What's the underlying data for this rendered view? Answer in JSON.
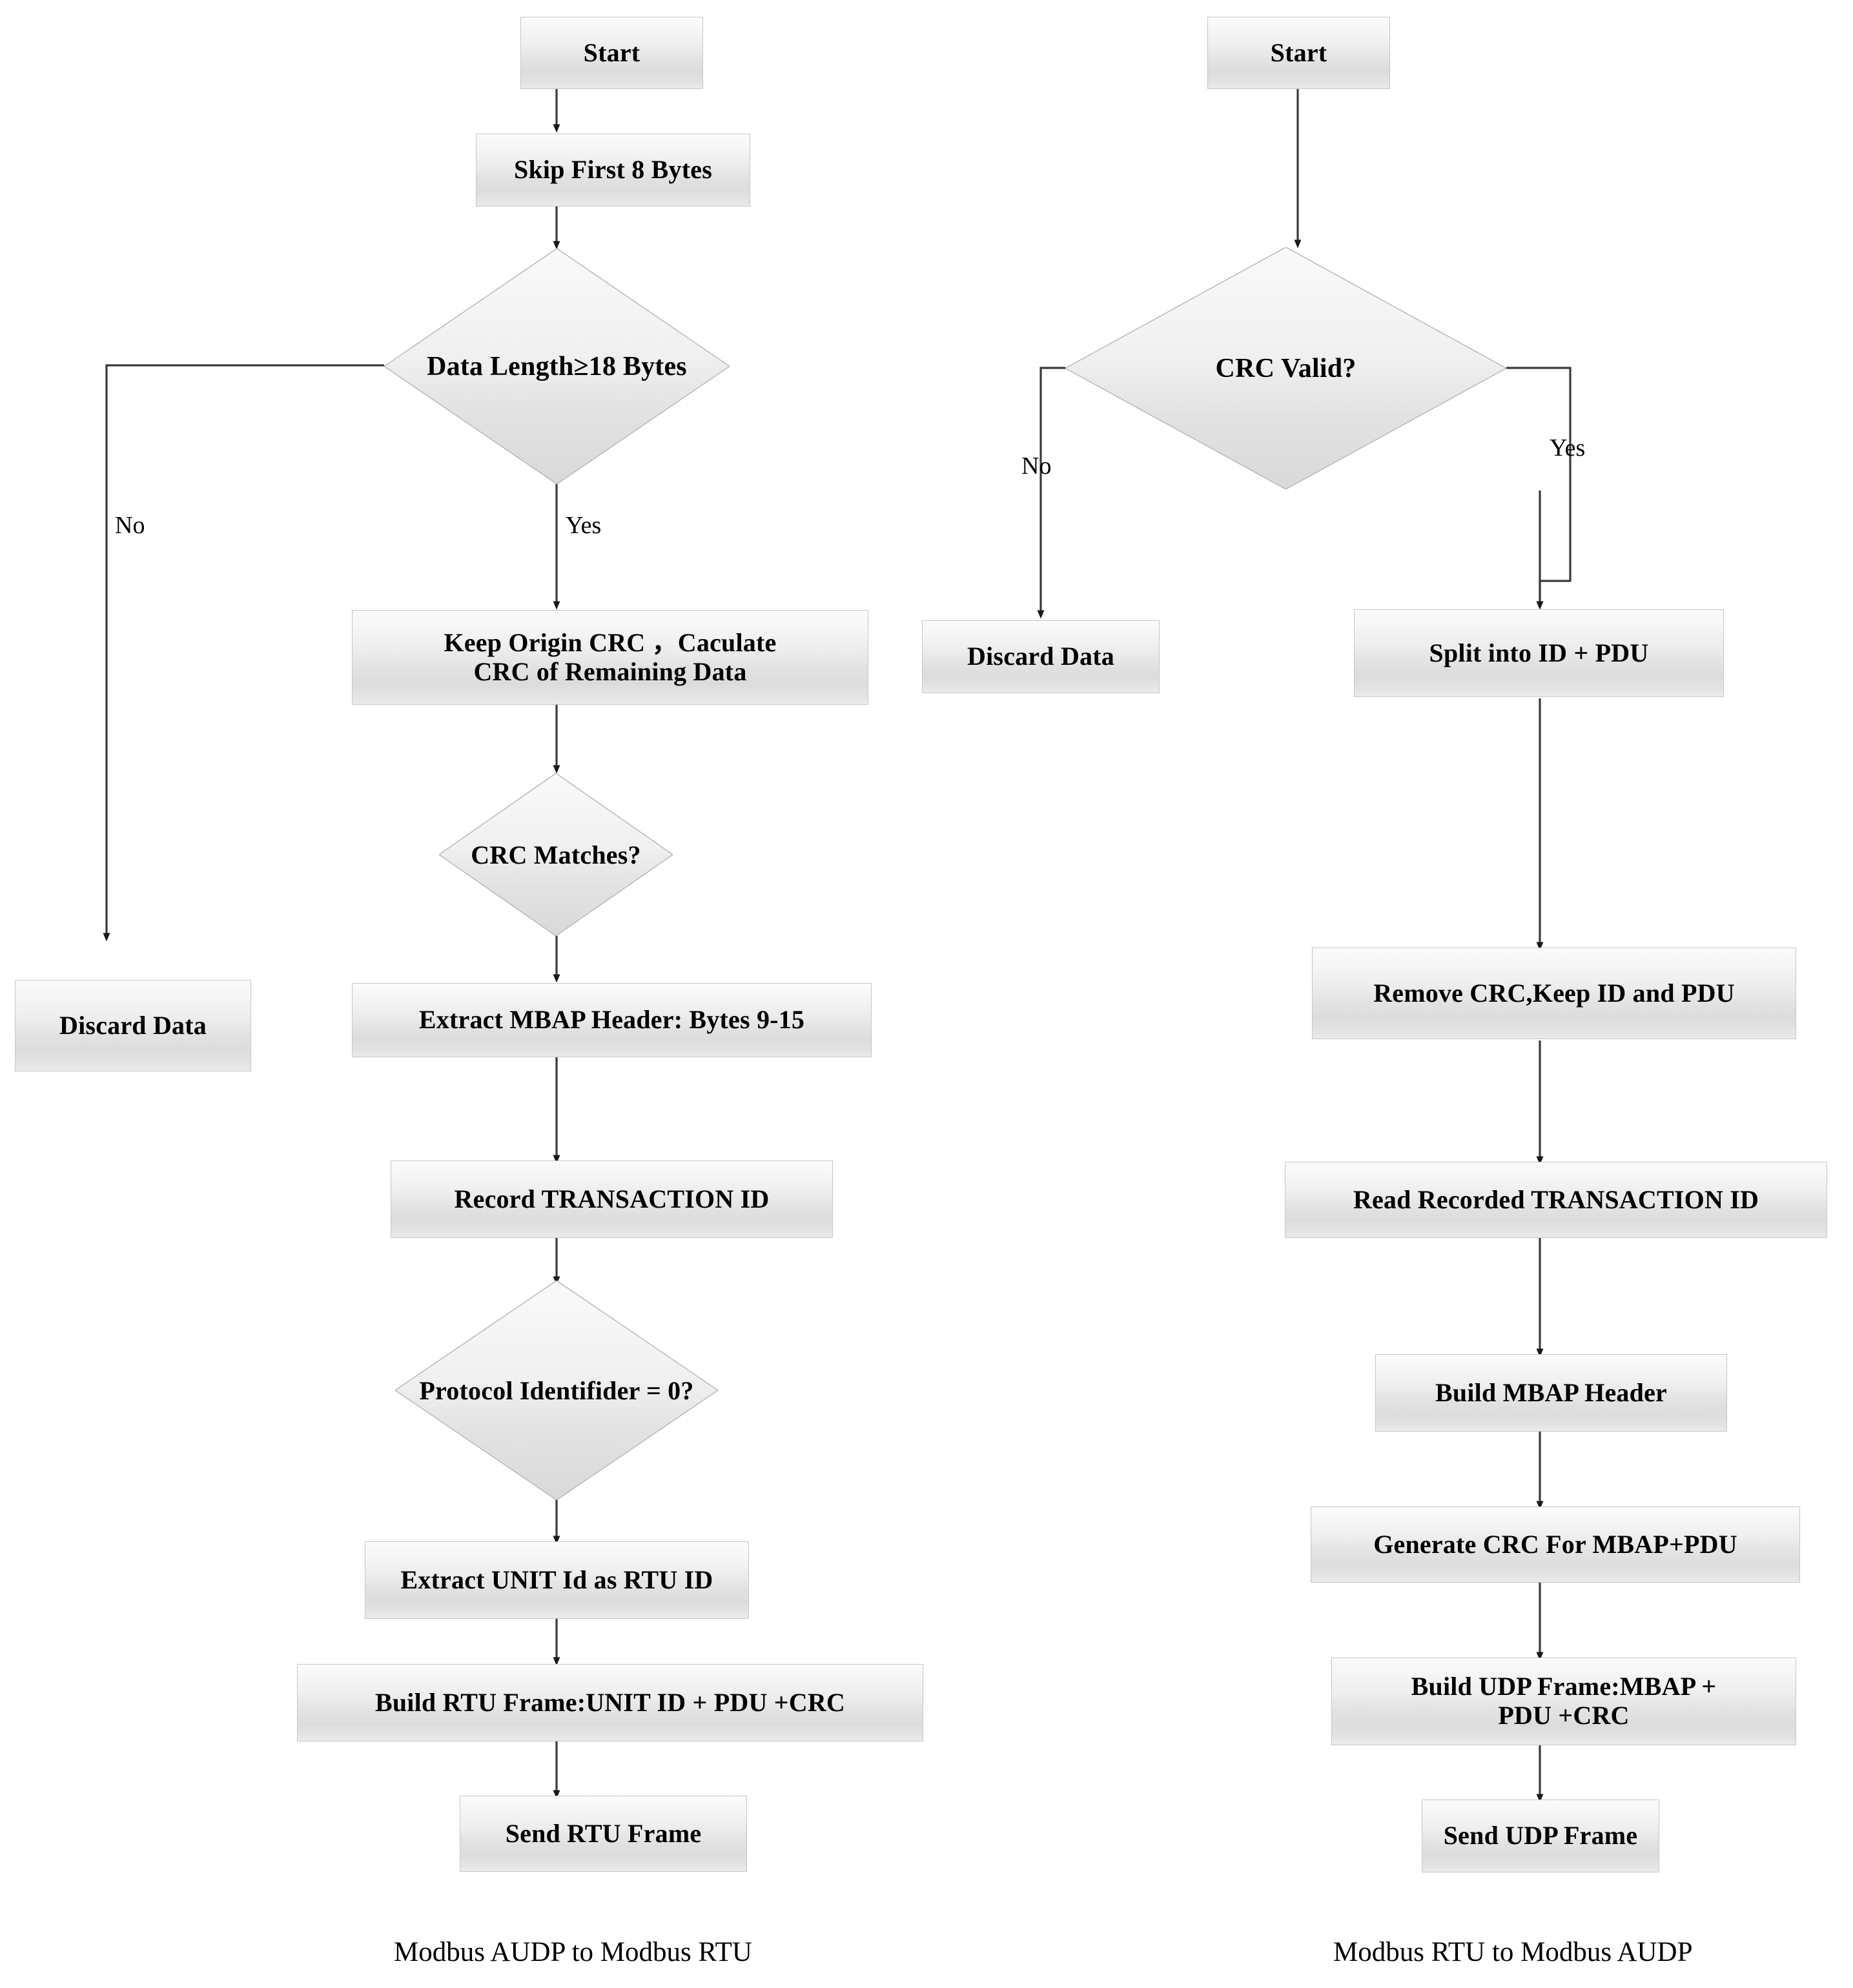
{
  "diagram": {
    "type": "flowchart",
    "captions": {
      "left": "Modbus AUDP  to Modbus RTU",
      "right": "Modbus RTU  to Modbus AUDP"
    },
    "left_flow": {
      "start": "Start",
      "skip": "Skip First 8 Bytes",
      "len_check": "Data Length≥18 Bytes",
      "len_no": "No",
      "len_yes": "Yes",
      "discard": "Discard Data",
      "keep_crc_line1": "Keep Origin CRC ，Caculate",
      "keep_crc_line2": "CRC of Remaining Data",
      "crc_match": "CRC Matches?",
      "extract_mbap": "Extract MBAP Header: Bytes 9-15",
      "record_tid": "Record TRANSACTION ID",
      "proto_id": "Protocol Identifider = 0?",
      "extract_unit": "Extract UNIT Id as RTU ID",
      "build_rtu": "Build RTU Frame:UNIT ID + PDU +CRC",
      "send_rtu": "Send RTU Frame"
    },
    "right_flow": {
      "start": "Start",
      "crc_valid": "CRC Valid?",
      "crc_no": "No",
      "crc_yes": "Yes",
      "discard": "Discard Data",
      "split": "Split into ID + PDU",
      "remove_crc": "Remove CRC,Keep ID and PDU",
      "read_tid": "Read Recorded TRANSACTION ID",
      "build_mbap": "Build MBAP Header",
      "gen_crc": "Generate CRC For MBAP+PDU",
      "build_udp_line1": "Build UDP Frame:MBAP +",
      "build_udp_line2": "PDU +CRC",
      "send_udp": "Send UDP Frame"
    },
    "colors": {
      "node_border": "#c6c6c6",
      "node_fill_top": "#fbfbfb",
      "node_fill_bottom": "#dcdcdc",
      "edge_stroke": "#3a3a3a",
      "text": "#000000",
      "background": "#ffffff"
    }
  }
}
